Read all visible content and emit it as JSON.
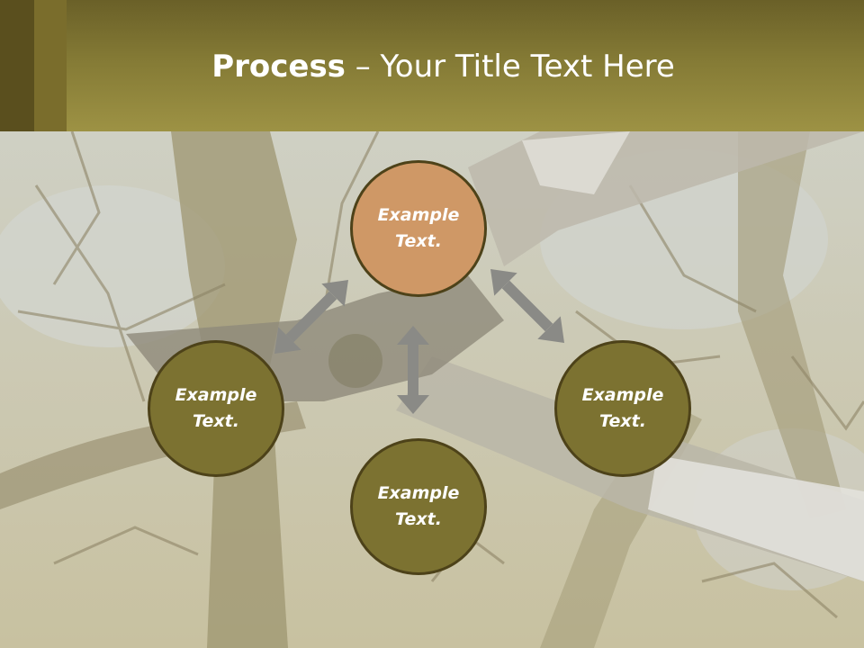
{
  "slide": {
    "title_bold": "Process",
    "title_rest": " – Your Title Text Here"
  },
  "diagram": {
    "nodes": [
      {
        "text": "Example Text.",
        "color": "#cf9866",
        "position": "top"
      },
      {
        "text": "Example Text.",
        "color": "#7c7231",
        "position": "left"
      },
      {
        "text": "Example Text.",
        "color": "#7c7231",
        "position": "right"
      },
      {
        "text": "Example Text.",
        "color": "#7c7231",
        "position": "bottom"
      }
    ],
    "arrow_color": "#8a8a86"
  },
  "colors": {
    "header": "#847a35",
    "accent": "#cf9866",
    "olive": "#7c7231",
    "node_border": "#4d4219"
  }
}
